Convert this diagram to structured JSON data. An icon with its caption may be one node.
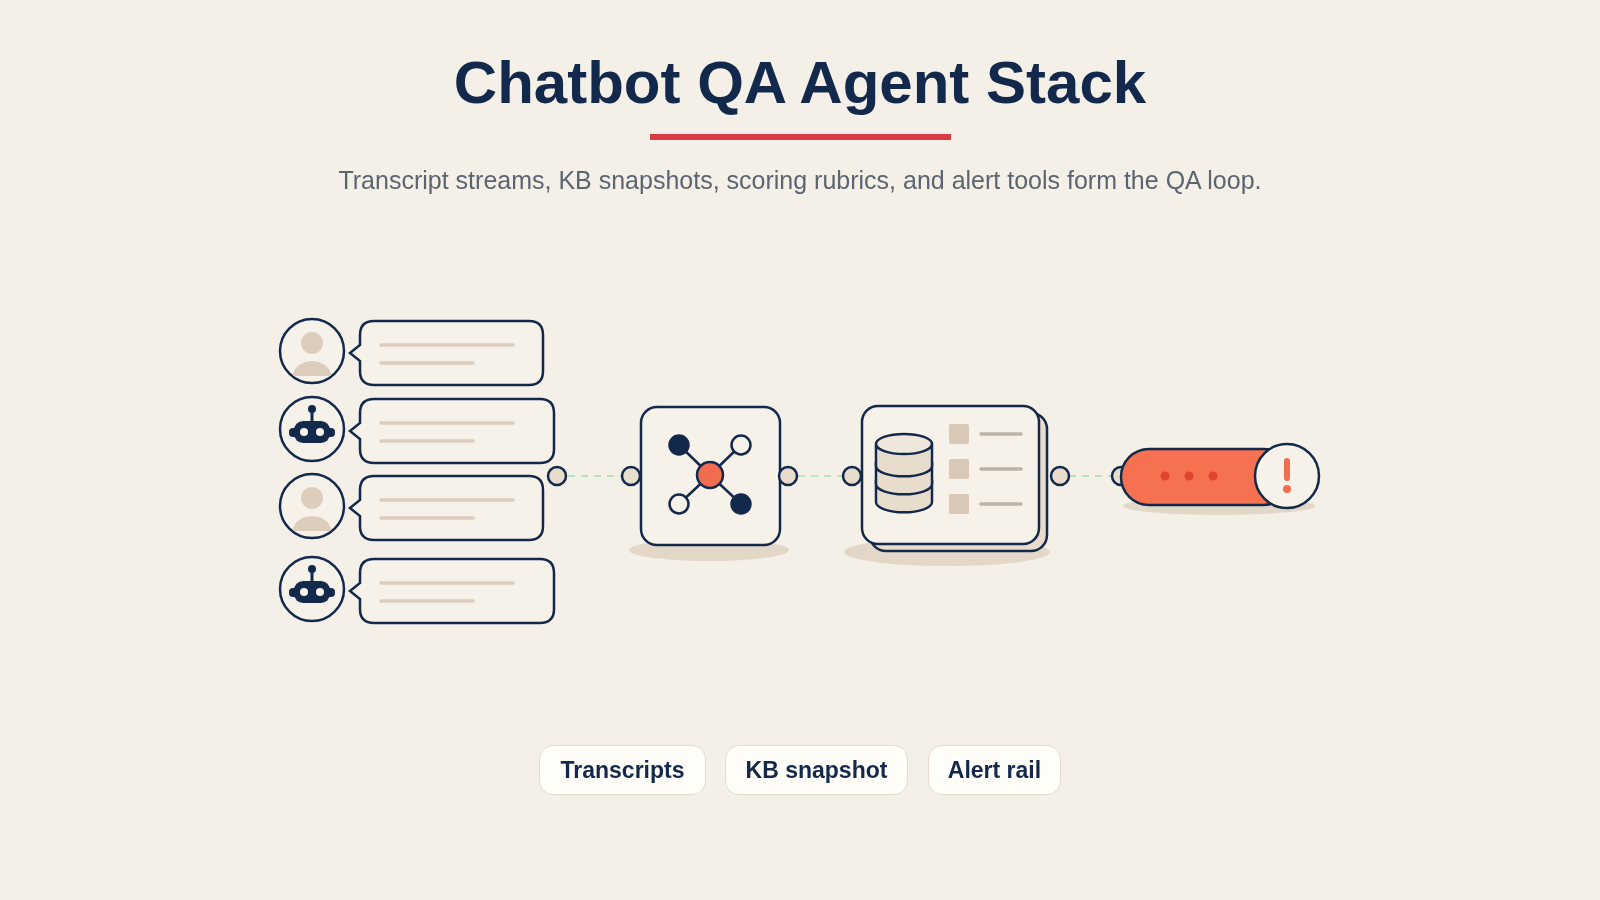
{
  "diagram": {
    "title": "Chatbot QA Agent Stack",
    "caption": "Transcript streams, KB snapshots, scoring rubrics, and alert tools form the QA loop.",
    "nodes": [
      {
        "text": [],
        "shape": "picture"
      },
      {
        "text": [],
        "shape": "box"
      },
      {
        "text": [],
        "shape": "box"
      },
      {
        "text": [],
        "shape": "bar"
      },
      {
        "text": [
          "Transcripts"
        ]
      },
      {
        "text": [
          "KB snapshot"
        ]
      },
      {
        "text": [
          "Alert rail"
        ]
      }
    ],
    "edges": [
      {
        "from": 0,
        "to": 1,
        "arrow": "none",
        "style": "dashed",
        "color": "#b9e3bd"
      },
      {
        "from": 1,
        "to": 2,
        "arrow": "none",
        "style": "dashed",
        "color": "#b9e3bd"
      },
      {
        "from": 2,
        "to": 3,
        "arrow": "none",
        "style": "dashed",
        "color": "#b9e3bd"
      }
    ]
  }
}
